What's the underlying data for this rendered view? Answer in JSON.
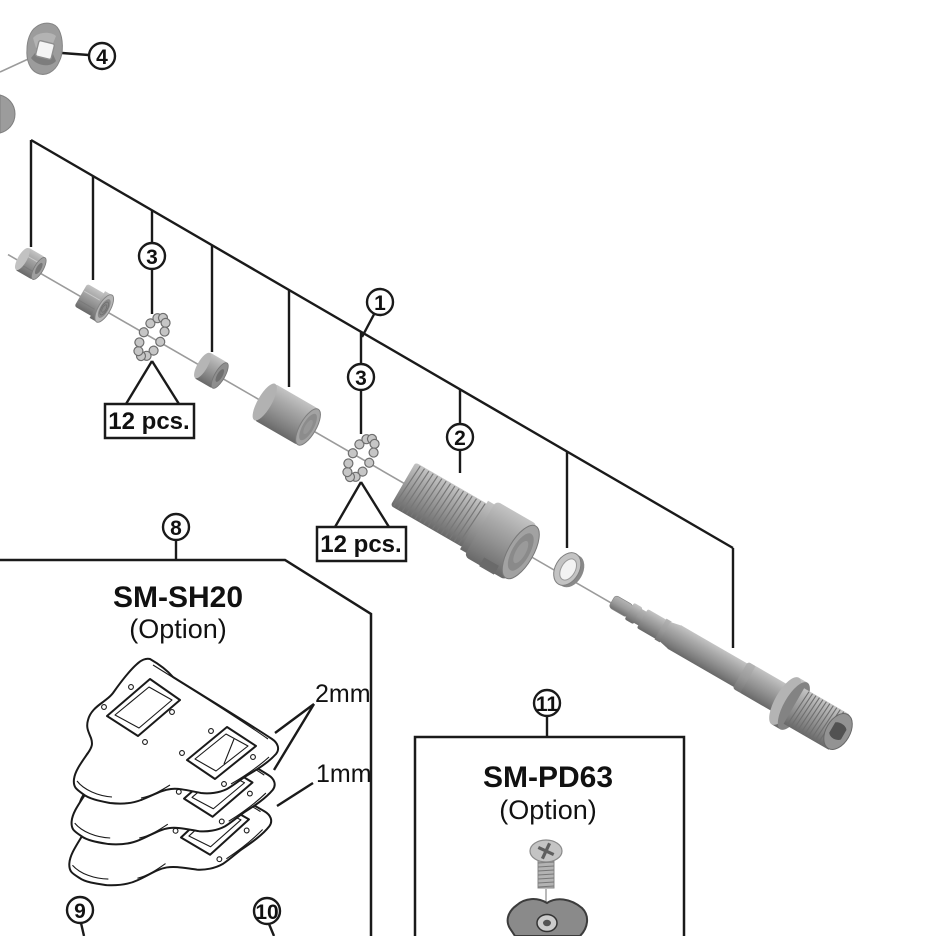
{
  "diagram": {
    "callouts": {
      "assembly": "1",
      "body_unit": "2",
      "steel_balls_left": "3",
      "steel_balls_right": "3",
      "plate_nut": "4",
      "sm_sh20_box": "8",
      "cleat_front": "9",
      "cleat_rear": "10",
      "sm_pd63_box": "11"
    },
    "notes": {
      "balls_left_qty": "12 pcs.",
      "balls_right_qty": "12 pcs.",
      "shim_thick": "2mm",
      "shim_thin": "1mm"
    },
    "boxes": {
      "sm_sh20": {
        "title": "SM-SH20",
        "subtitle": "(Option)"
      },
      "sm_pd63": {
        "title": "SM-PD63",
        "subtitle": "(Option)"
      }
    },
    "colors": {
      "background": "#ffffff",
      "line": "#1a1a1a",
      "metal_light": "#c8c8c8",
      "metal_mid": "#9a9a9a",
      "metal_dark": "#6f6f6f"
    }
  }
}
